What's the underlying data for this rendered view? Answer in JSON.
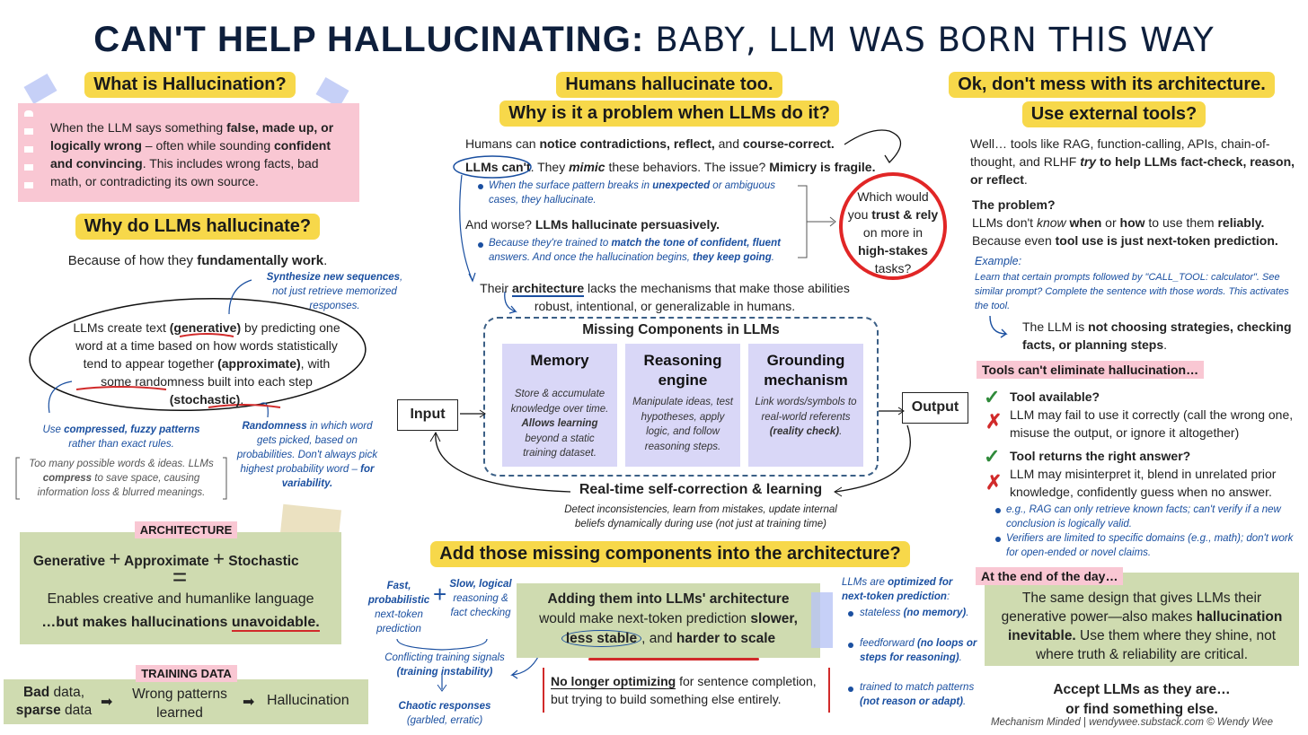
{
  "title": {
    "bold": "CAN'T HELP HALLUCINATING:",
    "light": "BABY, LLM WAS BORN THIS WAY"
  },
  "what": {
    "heading": "What is Hallucination?",
    "p1": "When the LLM says something ",
    "b1": "false, made up, or logically wrong",
    "p2": " – often while sounding ",
    "b2": "confident and convincing",
    "p3": ". This includes wrong facts, bad math, or contradicting its own source."
  },
  "why": {
    "heading": "Why do LLMs hallucinate?",
    "intro": "Because of how they ",
    "intro_b": "fundamentally work",
    "intro_end": ".",
    "synth_b": "Synthesize new sequences",
    "synth": ", not just retrieve memorized responses.",
    "c1": "LLMs create text ",
    "c1b": "(generative)",
    "c2": " by predicting one word at a time based on how words statistically tend to appear together ",
    "c2b": "(approximate)",
    "c3": ", with some randomness built into each step ",
    "c3b": "(stochastic)",
    "c4": ".",
    "use1": "Use ",
    "use_b": "compressed, fuzzy patterns",
    "use2": " rather than exact rules.",
    "rand_b": "Randomness",
    "rand1": " in which word gets picked, based on probabilities. Don't always pick highest probability word – ",
    "rand_b2": "for variability.",
    "too1": "Too many possible words & ideas. LLMs ",
    "too_b": "compress",
    "too2": " to save space, causing information loss & blurred meanings."
  },
  "arch": {
    "label": "ARCHITECTURE",
    "t1": "Generative",
    "t2": "Approximate",
    "t3": "Stochastic",
    "plus": "+",
    "eq": "=",
    "l1": "Enables creative and humanlike language",
    "l2a": "…but makes hallucinations ",
    "l2b": "unavoidable."
  },
  "train": {
    "label": "TRAINING DATA",
    "bad_b": "Bad",
    "bad": " data,",
    "sparse_b": "sparse",
    "sparse": " data",
    "wrong": "Wrong patterns learned",
    "hall": "Hallucination",
    "arrow": "➡"
  },
  "humans": {
    "h1": "Humans hallucinate too.",
    "h2": "Why is it a problem when LLMs do it?",
    "s1a": "Humans can ",
    "s1b": "notice contradictions, reflect,",
    "s1c": " and ",
    "s1d": "course-correct.",
    "s2a": "LLMs can't",
    "s2b": ". They ",
    "s2c": "mimic",
    "s2d": " these behaviors. The issue? ",
    "s2e": "Mimicry is fragile.",
    "n1a": "When the surface pattern breaks in ",
    "n1b": "unexpected",
    "n1c": " or ambiguous cases, they hallucinate.",
    "s3a": "And worse? ",
    "s3b": "LLMs hallucinate persuasively.",
    "n2a": "Because they're trained to ",
    "n2b": "match the tone of confident, fluent",
    "n2c": " answers. And once the hallucination begins, ",
    "n2d": "they keep going",
    "n2e": ".",
    "circle": [
      "Which would",
      "you ",
      "trust & rely",
      "on more in",
      "high-stakes",
      "tasks?"
    ],
    "arch1": "Their ",
    "arch_b": "architecture",
    "arch2": " lacks the mechanisms that make those abilities robust, intentional, or generalizable in humans."
  },
  "missing": {
    "title": "Missing Components in LLMs",
    "input": "Input",
    "output": "Output",
    "comps": [
      {
        "h": "Memory",
        "d1": "Store & accumulate knowledge over time. ",
        "db": "Allows learning",
        "d2": " beyond a static training dataset."
      },
      {
        "h": "Reasoning engine",
        "d1": "Manipulate ideas, test hypotheses, apply logic, and follow reasoning steps.",
        "db": "",
        "d2": ""
      },
      {
        "h": "Grounding mechanism",
        "d1": "Link words/symbols to real-world referents ",
        "db": "(reality check)",
        "d2": "."
      }
    ],
    "rt": "Real-time self-correction & learning",
    "rt_d": "Detect inconsistencies, learn from mistakes, update internal beliefs dynamically during use (not just at training time)"
  },
  "add": {
    "heading": "Add those missing components into the architecture?",
    "fast_b": "Fast, probabilistic",
    "fast": " next-token prediction",
    "slow_b": "Slow, logical",
    "slow": " reasoning & fact checking",
    "plus": "+",
    "conf": "Conflicting training signals",
    "conf_b": "(training instability)",
    "chaos_b": "Chaotic responses",
    "chaos": "(garbled, erratic)",
    "g1": "Adding them into LLMs' architecture",
    "g2": "would make next-token prediction ",
    "g2b": "slower,",
    "g3b": "less stable",
    "g3": ", and ",
    "g3c": "harder to scale",
    "nl_b": "No longer optimizing",
    "nl": " for sentence completion, but trying to build something else entirely.",
    "opt1": "LLMs are ",
    "opt_b": "optimized for next-token prediction",
    "opt_items": [
      {
        "a": "stateless ",
        "b": "(no memory)",
        "c": "."
      },
      {
        "a": "feedforward ",
        "b": "(no loops or steps for reasoning)",
        "c": "."
      },
      {
        "a": "trained to match patterns ",
        "b": "(not reason or adapt)",
        "c": "."
      }
    ]
  },
  "ok": {
    "h1": "Ok, don't mess with its architecture.",
    "h2": "Use external tools?",
    "w1": "Well… tools like RAG, function-calling, APIs, chain-of-thought, and RLHF ",
    "w_i": "try",
    "w2": " to help LLMs fact-check, reason, or reflect",
    "w3": ".",
    "prob": "The problem?",
    "p1": "LLMs don't ",
    "p_i": "know",
    "p2": " ",
    "p_b1": "when",
    "p3": " or ",
    "p_b2": "how",
    "p4": " to use them ",
    "p_b3": "reliably.",
    "p5": "Because even ",
    "p_b4": "tool use is just next-token prediction.",
    "ex": "Example:",
    "ex_t": "Learn that certain prompts followed by \"CALL_TOOL: calculator\". See similar prompt? Complete the sentence with those words. This activates the tool.",
    "notc1": "The LLM is ",
    "notc_b": "not choosing strategies, checking facts, or planning steps",
    "notc2": ".",
    "cant": "Tools can't eliminate hallucination…",
    "ta": "Tool available?",
    "ta_d": "LLM may fail to use it correctly (call the wrong one, misuse the output, or ignore it altogether)",
    "tr": "Tool returns the right answer?",
    "tr_d": "LLM may misinterpret it, blend in unrelated prior knowledge, confidently guess when no answer.",
    "b1": "e.g., RAG can only retrieve known facts; can't verify if a new conclusion is logically valid.",
    "b2": "Verifiers are limited to specific domains (e.g., math); don't work for open-ended or novel claims.",
    "end": "At the end of the day…",
    "e1": "The same design that gives LLMs their generative power—also makes ",
    "e_b": "hallucination inevitable.",
    "e2": " Use them where they shine, not where truth & reliability are critical.",
    "acc1": "Accept LLMs as they are…",
    "acc2": "or find something else.",
    "credit": "Mechanism Minded | wendywee.substack.com © Wendy Wee",
    "check": "✓",
    "cross": "✗"
  }
}
